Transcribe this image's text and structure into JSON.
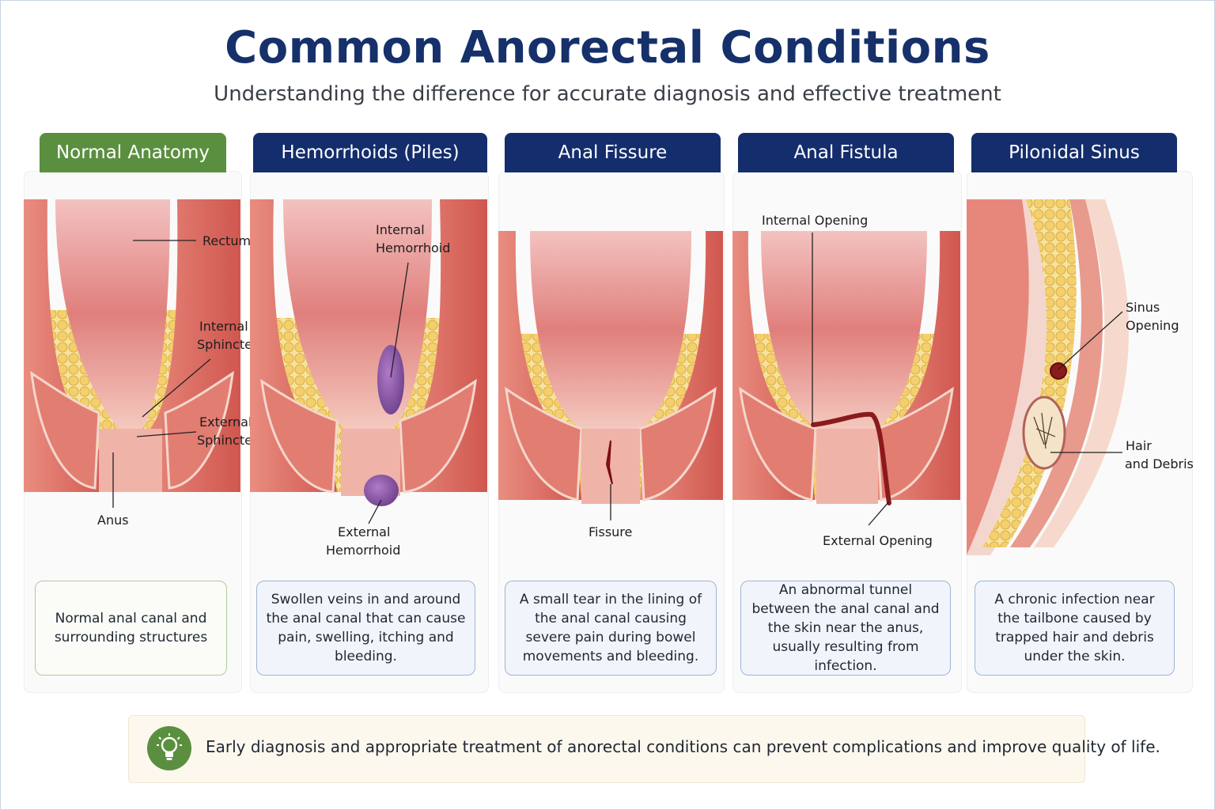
{
  "header": {
    "title": "Common Anorectal Conditions",
    "subtitle": "Understanding the difference for accurate diagnosis and effective treatment"
  },
  "panels": [
    {
      "tab": "Normal Anatomy",
      "labels": [
        "Rectum",
        "Internal",
        "Sphincter",
        "External",
        "Sphincter",
        "Anus"
      ],
      "description": "Normal anal canal and surrounding structures"
    },
    {
      "tab": "Hemorrhoids (Piles)",
      "labels": [
        "Internal",
        "Hemorrhoid",
        "External",
        "Hemorrhoid"
      ],
      "description": "Swollen veins in and around the anal canal that can cause pain, swelling, itching and bleeding."
    },
    {
      "tab": "Anal Fissure",
      "labels": [
        "Fissure"
      ],
      "description": "A small tear in the lining of the anal canal causing severe pain during bowel movements and bleeding."
    },
    {
      "tab": "Anal Fistula",
      "labels": [
        "Internal Opening",
        "External Opening"
      ],
      "description": "An abnormal tunnel between the anal canal and the skin near the anus, usually resulting from infection."
    },
    {
      "tab": "Pilonidal Sinus",
      "labels": [
        "Sinus",
        "Opening",
        "Hair",
        "and Debris"
      ],
      "description": "A chronic infection near the tailbone caused by trapped hair and debris under the skin."
    }
  ],
  "footer": {
    "icon": "lightbulb-icon",
    "text": "Early diagnosis and appropriate treatment of anorectal conditions can prevent complications and improve quality of life."
  },
  "colors": {
    "navy": "#142d6c",
    "green": "#5a8f3f",
    "tissue": "#d9686a",
    "fat": "#f3cf6e"
  }
}
